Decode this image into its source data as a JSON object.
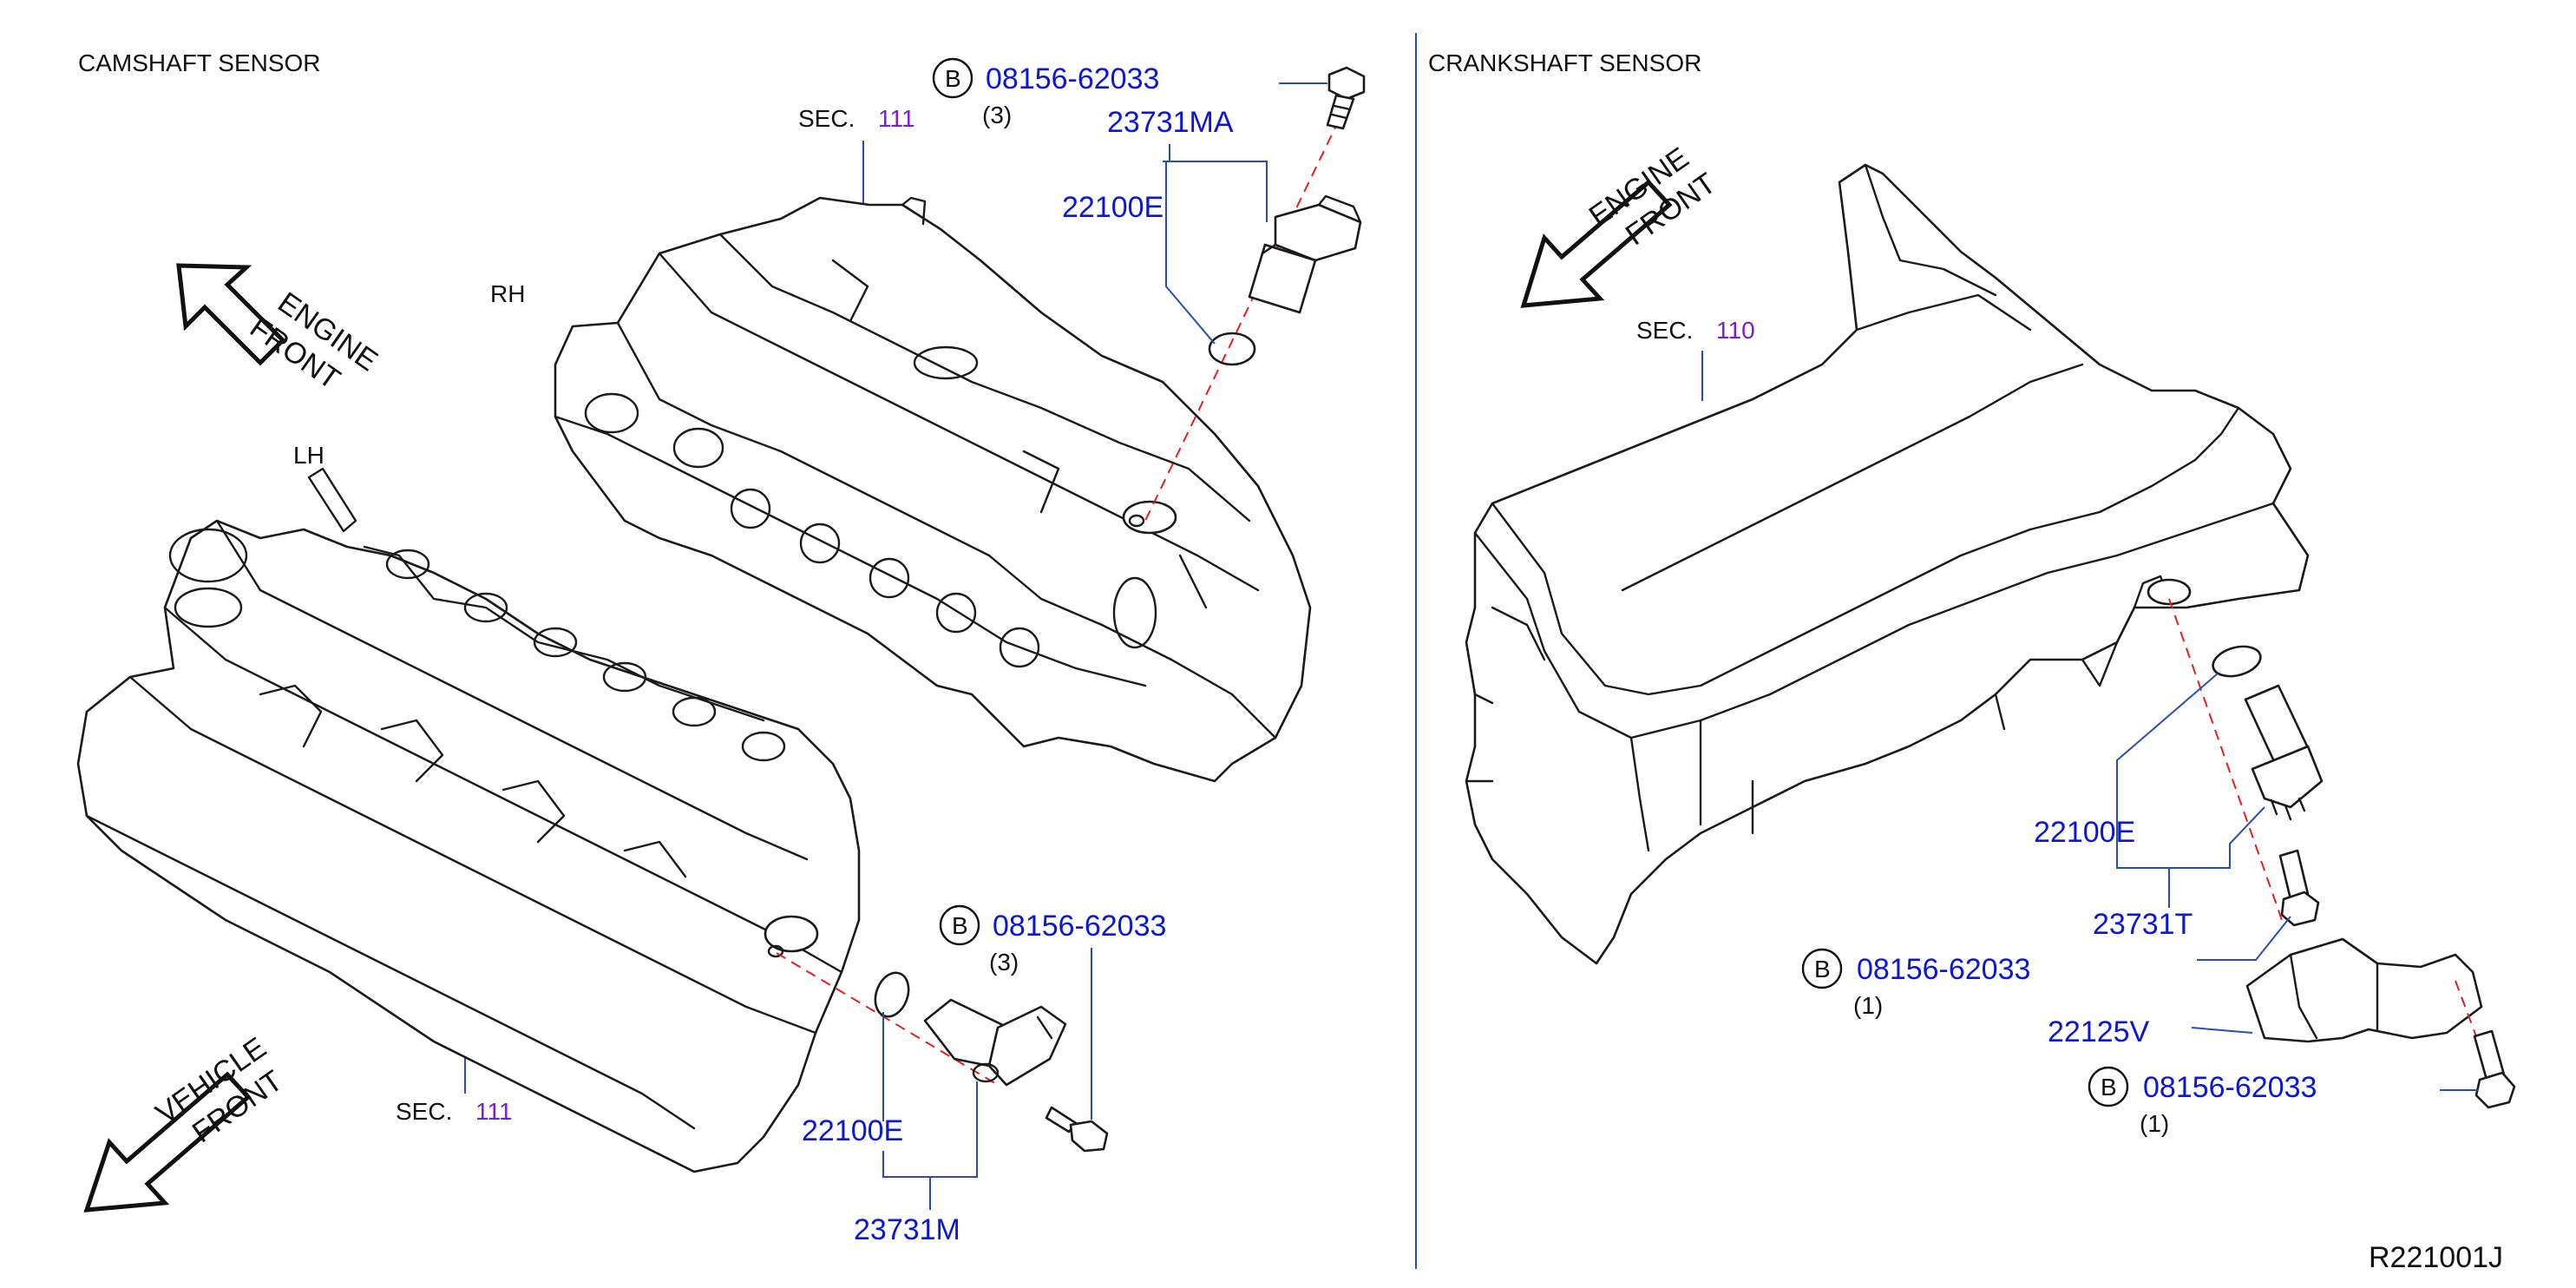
{
  "camshaft": {
    "title": "CAMSHAFT   SENSOR",
    "side_rh": "RH",
    "side_lh": "LH",
    "engine_front": [
      "ENGINE",
      "FRONT"
    ],
    "vehicle_front": [
      "VEHICLE",
      "FRONT"
    ],
    "sec_top": {
      "prefix": "SEC.",
      "number": "111"
    },
    "sec_bottom": {
      "prefix": "SEC.",
      "number": "111"
    },
    "rh_callouts": {
      "bolt_marker": "B",
      "bolt": "08156-62033",
      "bolt_qty": "(3)",
      "sensor_assy": "23731MA",
      "oring": "22100E"
    },
    "lh_callouts": {
      "bolt_marker": "B",
      "bolt": "08156-62033",
      "bolt_qty": "(3)",
      "oring": "22100E",
      "sensor_assy": "23731M"
    }
  },
  "crankshaft": {
    "title": "CRANKSHAFT   SENSOR",
    "engine_front": [
      "ENGINE",
      "FRONT"
    ],
    "sec": {
      "prefix": "SEC.",
      "number": "110"
    },
    "callouts": {
      "oring": "22100E",
      "sensor_assy": "23731T",
      "bolt1_marker": "B",
      "bolt1": "08156-62033",
      "bolt1_qty": "(1)",
      "bracket": "22125V",
      "bolt2_marker": "B",
      "bolt2": "08156-62033",
      "bolt2_qty": "(1)"
    }
  },
  "figure_code": "R221001J",
  "colors": {
    "part_number": "#0a18d6",
    "section_number": "#7a1fd0",
    "leader": "#2a4fb0",
    "centerline": "#e0201e"
  }
}
